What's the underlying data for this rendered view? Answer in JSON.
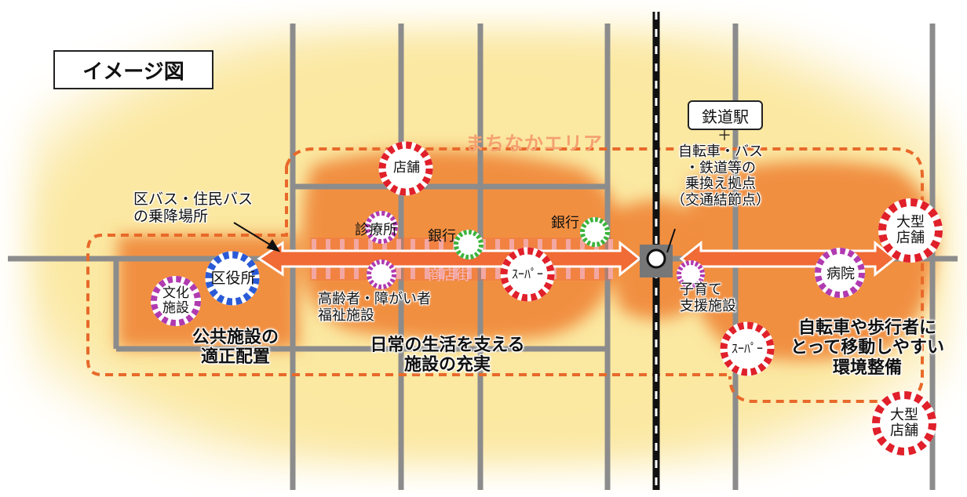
{
  "title": "イメージ図",
  "area_label": "まちなかエリア",
  "station": {
    "box_label": "鉄道駅",
    "plus": "＋",
    "hub_lines": [
      "自転車・バス",
      "・鉄道等の",
      "乗換え拠点",
      "（交通結節点）"
    ]
  },
  "bus_stop_label": [
    "区バス・住民バス",
    "の乗降場所"
  ],
  "shopping_street": "商店街",
  "facilities": {
    "store_top": "店舗",
    "clinic": "診療所",
    "bank_left": "銀行",
    "bank_right": "銀行",
    "welfare": [
      "高齢者・障がい者",
      "福祉施設"
    ],
    "super_center": "ｽｰﾊﾟｰ",
    "super_right": "ｽｰﾊﾟｰ",
    "ward_office": "区役所",
    "culture": [
      "文化",
      "施設"
    ],
    "childcare": [
      "子育て",
      "支援施設"
    ],
    "hospital": "病院",
    "large_store_top": [
      "大型",
      "店舗"
    ],
    "large_store_bottom": [
      "大型",
      "店舗"
    ]
  },
  "captions": {
    "public": [
      "公共施設の",
      "適正配置"
    ],
    "daily": [
      "日常の生活を支える",
      "施設の充実"
    ],
    "mobility": [
      "自転車や歩行者に",
      "とって移動しやすい",
      "環境整備"
    ]
  },
  "colors": {
    "background_yellow": "#fbe9a0",
    "core_orange": "#f08a3c",
    "dashed_orange": "#e8692a",
    "road_gray": "#8c8c8c",
    "red_badge": "#e0202a",
    "purple_badge": "#b03ab0",
    "green_badge": "#3cb43c",
    "blue_badge": "#2a5ad6",
    "area_label_color": "#f4a070"
  }
}
